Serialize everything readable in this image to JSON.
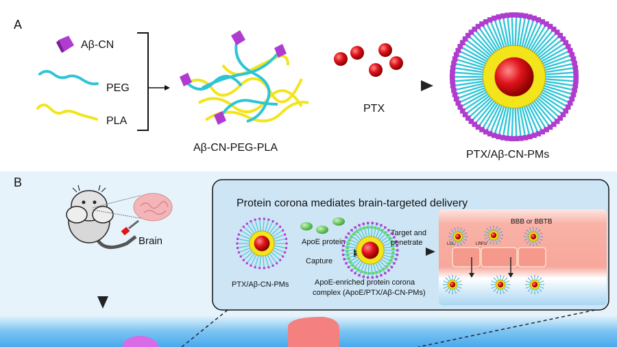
{
  "panel_a": {
    "label": "A",
    "legend": {
      "targeting": "Aβ-CN",
      "peg": "PEG",
      "pla": "PLA"
    },
    "conjugate_label": "Aβ-CN-PEG-PLA",
    "drug_label": "PTX",
    "product_label": "PTX/Aβ-CN-PMs"
  },
  "panel_b": {
    "label": "B",
    "brain_label": "Brain",
    "box_title": "Protein corona mediates brain-targeted delivery",
    "micelle_label": "PTX/Aβ-CN-PMs",
    "apoe_label": "ApoE  protein",
    "capture_label": "Capture",
    "corona_label_line1": "ApoE-enriched protein corona",
    "corona_label_line2": "complex (ApoE/PTX/Aβ-CN-PMs)",
    "target_label_line1": "Target and",
    "target_label_line2": "penetrate",
    "barrier_label": "BBB or BBTB",
    "receptor1": "LDLr",
    "receptor2": "LRP1r"
  },
  "colors": {
    "peg": "#2ec4d6",
    "pla": "#f2e51b",
    "ligand": "#b03ccf",
    "drug": "#e0141b",
    "apoe": "#6fd35a",
    "bg_b": "#e6f3fb",
    "box": "#cde5f5"
  }
}
